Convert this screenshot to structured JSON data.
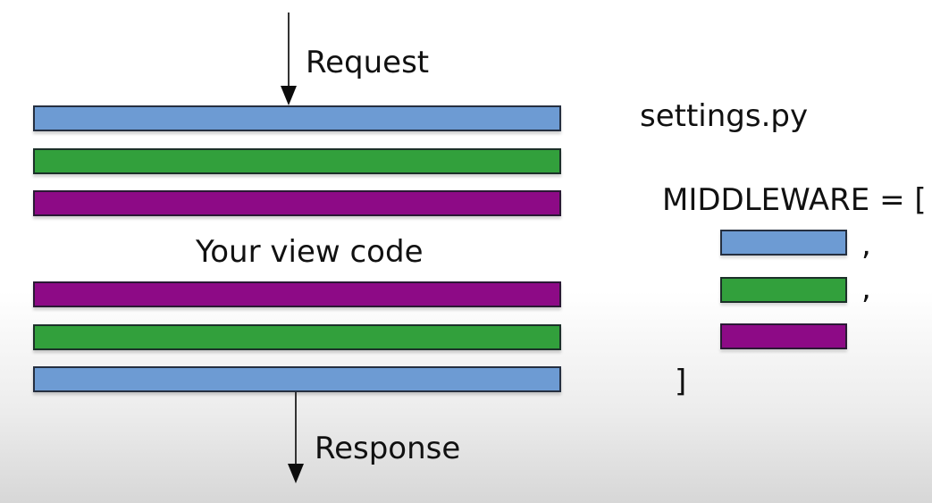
{
  "colors": {
    "blue": "#6d9bd3",
    "green": "#32a03c",
    "purple": "#8d0a86",
    "text": "#111111",
    "arrow": "#333333",
    "background_bottom": "#d7d7d7"
  },
  "flow_diagram": {
    "request_label": "Request",
    "view_code_label": "Your view code",
    "response_label": "Response",
    "bars": [
      {
        "position": "inbound-1",
        "color": "#6d9bd3"
      },
      {
        "position": "inbound-2",
        "color": "#32a03c"
      },
      {
        "position": "inbound-3",
        "color": "#8d0a86"
      },
      {
        "position": "outbound-1",
        "color": "#8d0a86"
      },
      {
        "position": "outbound-2",
        "color": "#32a03c"
      },
      {
        "position": "outbound-3",
        "color": "#6d9bd3"
      }
    ]
  },
  "settings_panel": {
    "filename": "settings.py",
    "declaration": "MIDDLEWARE = [",
    "items": [
      {
        "color": "#6d9bd3",
        "separator": ","
      },
      {
        "color": "#32a03c",
        "separator": ","
      },
      {
        "color": "#8d0a86",
        "separator": ""
      }
    ],
    "closing_bracket": "]"
  }
}
